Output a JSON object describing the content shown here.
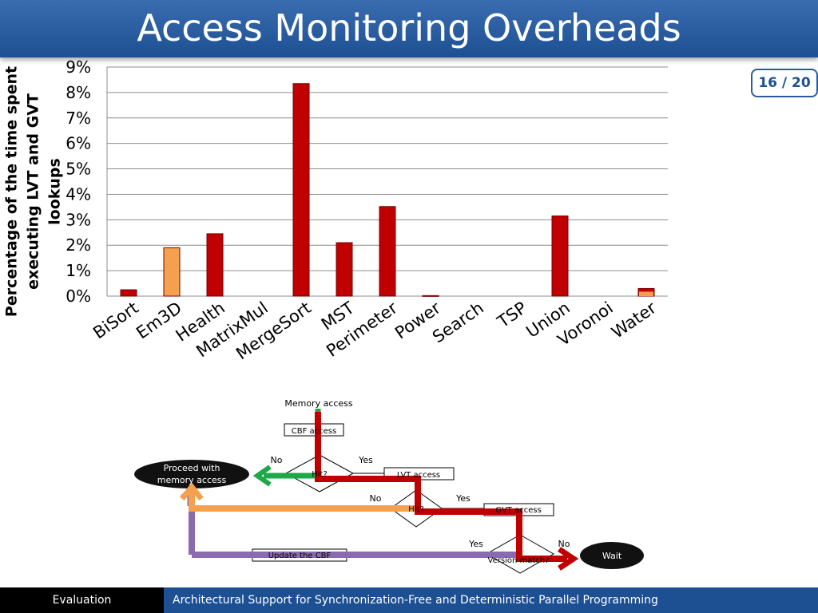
{
  "slide": {
    "title": "Access Monitoring Overheads",
    "page_counter": "16 / 20"
  },
  "chart_data": {
    "type": "bar",
    "ylabel_line1": "Percentage of the  time spent",
    "ylabel_line2": "executing LVT and GVT lookups",
    "categories": [
      "BiSort",
      "Em3D",
      "Health",
      "MatrixMul",
      "MergeSort",
      "MST",
      "Perimeter",
      "Power",
      "Search",
      "TSP",
      "Union",
      "Voronoi",
      "Water"
    ],
    "values": [
      0.25,
      1.9,
      2.45,
      0,
      8.35,
      2.1,
      3.52,
      0.02,
      0,
      0,
      3.15,
      0,
      0.3
    ],
    "yticks": [
      "0%",
      "1%",
      "2%",
      "3%",
      "4%",
      "5%",
      "6%",
      "7%",
      "8%",
      "9%"
    ],
    "ylim": [
      0,
      9
    ],
    "grid": true,
    "colors": {
      "default": "#c00000",
      "highlight": "#f5a04e",
      "highlight_indices": [
        1
      ]
    }
  },
  "flowchart": {
    "memory_access": "Memory access",
    "cbf_access": "CBF access",
    "proceed": "Proceed with memory access",
    "lvt_access": "LVT access",
    "gvt_access": "GVT access",
    "update_cbf": "Update the CBF",
    "version_match": "Version match?",
    "wait": "Wait",
    "hit1": "Hit?",
    "hit2": "Hit?",
    "no1": "No",
    "yes1": "Yes",
    "no2": "No",
    "yes2": "Yes",
    "yes3": "Yes",
    "no3": "No",
    "colors": {
      "red": "#c00000",
      "green": "#1ea84a",
      "orange": "#f5a04e",
      "purple": "#8b6bb0"
    }
  },
  "footer": {
    "section": "Evaluation",
    "subtitle": "Architectural Support for Synchronization-Free and Deterministic Parallel Programming"
  }
}
